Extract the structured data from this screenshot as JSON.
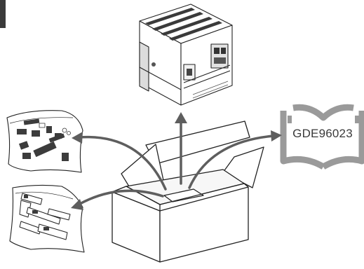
{
  "manual": {
    "code": "GDE96023"
  },
  "colors": {
    "line": "#222222",
    "arrow": "#5e5e5e",
    "book": "#9a9a9a",
    "device_shade": "#d9d9d9",
    "bag_shade": "#eeeeee"
  },
  "items": [
    {
      "name": "device-module",
      "icon": "din-rail-controller"
    },
    {
      "name": "accessory-bag-connectors",
      "icon": "bag-of-terminal-connectors"
    },
    {
      "name": "accessory-bag-brackets",
      "icon": "bag-of-mounting-brackets"
    },
    {
      "name": "manual-book",
      "icon": "open-book"
    }
  ]
}
